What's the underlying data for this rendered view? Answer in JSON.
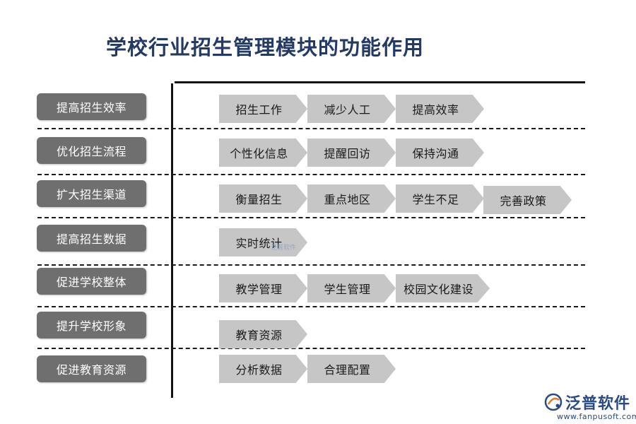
{
  "title": "学校行业招生管理模块的功能作用",
  "rows": [
    {
      "label": "提高招生效率",
      "items": [
        "招生工作",
        "减少人工",
        "提高效率"
      ]
    },
    {
      "label": "优化招生流程",
      "items": [
        "个性化信息",
        "提醒回访",
        "保持沟通"
      ]
    },
    {
      "label": "扩大招生渠道",
      "items": [
        "衡量招生",
        "重点地区",
        "学生不足",
        "完善政策"
      ]
    },
    {
      "label": "提高招生数据",
      "items": [
        "实时统计"
      ]
    },
    {
      "label": "促进学校整体",
      "items": [
        "教学管理",
        "学生管理",
        "校园文化建设"
      ]
    },
    {
      "label": "提升学校形象",
      "items": [
        "教育资源"
      ]
    },
    {
      "label": "促进教育资源",
      "items": [
        "分析数据",
        "合理配置"
      ]
    }
  ],
  "watermark_small": "泛普软件",
  "logo": {
    "text": "泛普软件",
    "url": "www.fanpusoft.com",
    "icon": "fanpu-logo-icon"
  },
  "colors": {
    "title": "#233a64",
    "label_bg": "#6f6f6f",
    "chevron_bg": "#c6c6c6",
    "logo": "#2a4a86"
  }
}
